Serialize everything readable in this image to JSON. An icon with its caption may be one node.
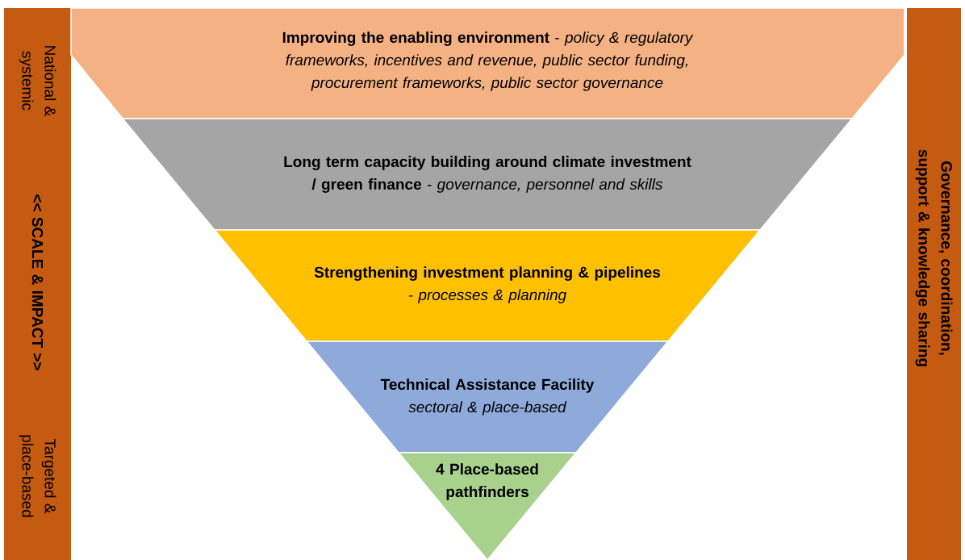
{
  "diagram": {
    "nodes": [
      {
        "text": [
          "National & systemic",
          "<< SCALE & IMPACT >>",
          "Targeted & place-based"
        ]
      },
      {
        "text": [
          "**Improving the enabling environment** - *policy & regulatory frameworks, incentives and revenue, public sector funding, procurement frameworks, public sector governance*"
        ]
      },
      {
        "text": [
          "**Long term capacity building around climate investment / green finance** - *governance, personnel and skills*"
        ]
      },
      {
        "text": [
          "Strengthening investment planning & pipelines",
          "- processes & planning"
        ]
      },
      {
        "text": [
          "Technical Assistance Facility",
          "sectoral & place-based"
        ]
      },
      {
        "text": [
          "4 Place-based pathfinders"
        ]
      },
      {
        "text": [
          "Governance, coordination, support & knowledge sharing"
        ]
      }
    ]
  }
}
